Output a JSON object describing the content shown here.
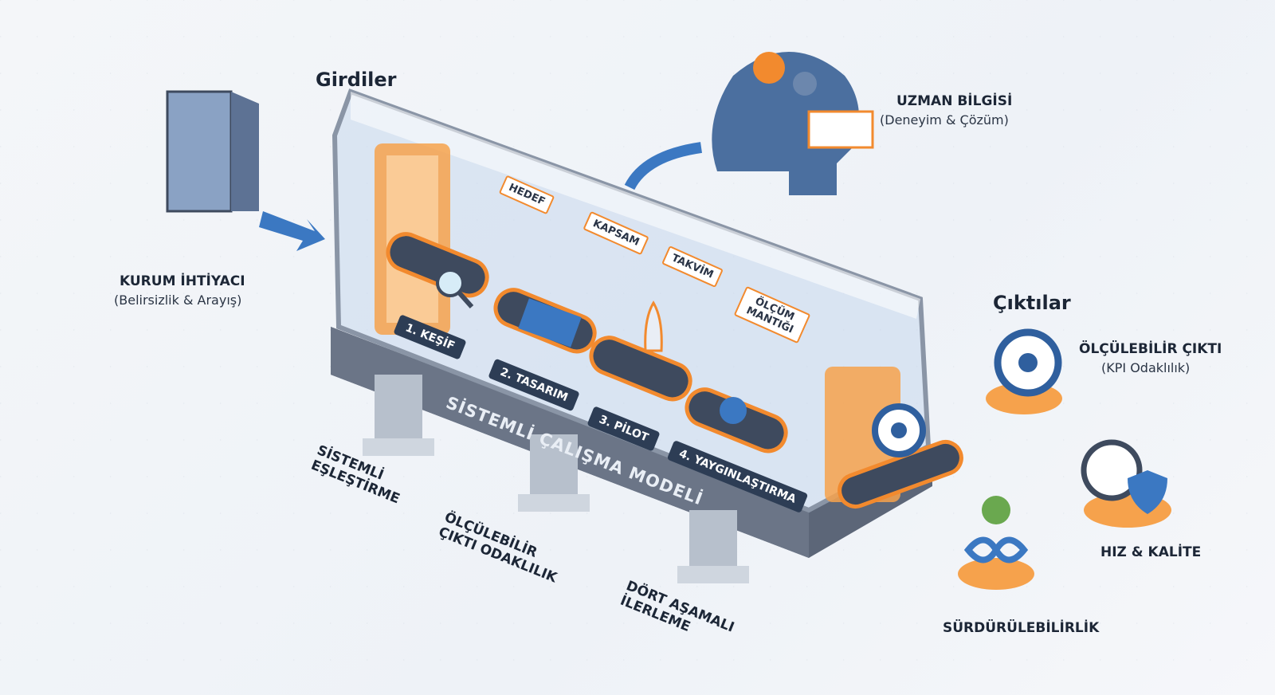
{
  "inputs_title": "Girdiler",
  "outputs_title": "Çıktılar",
  "organization_need": {
    "title": "KURUM İHTİYACI",
    "subtitle": "(Belirsizlik & Arayış)"
  },
  "expert_knowledge": {
    "title": "UZMAN BİLGİSİ",
    "subtitle": "(Deneyim & Çözüm)"
  },
  "tags": [
    "HEDEF",
    "KAPSAM",
    "TAKVİM",
    "ÖLÇÜM MANTIĞI"
  ],
  "stages": [
    "1. KEŞİF",
    "2. TASARIM",
    "3. PİLOT",
    "4. YAYGINLAŞTIRMA"
  ],
  "model_label": "SİSTEMLİ ÇALIŞMA MODELİ",
  "pillars": [
    "SİSTEMLİ EŞLEŞTİRME",
    "ÖLÇÜLEBİLİR ÇIKTI ODAKLILIK",
    "DÖRT AŞAMALI İLERLEME"
  ],
  "outputs": [
    {
      "title": "ÖLÇÜLEBİLİR ÇIKTI",
      "subtitle": "(KPI Odaklılık)"
    },
    {
      "title": "HIZ & KALİTE"
    },
    {
      "title": "SÜRDÜRÜLEBİLİRLİK"
    }
  ],
  "colors": {
    "accent": "#f28a2e",
    "navy": "#2d3d55",
    "blue": "#3b78c2"
  }
}
